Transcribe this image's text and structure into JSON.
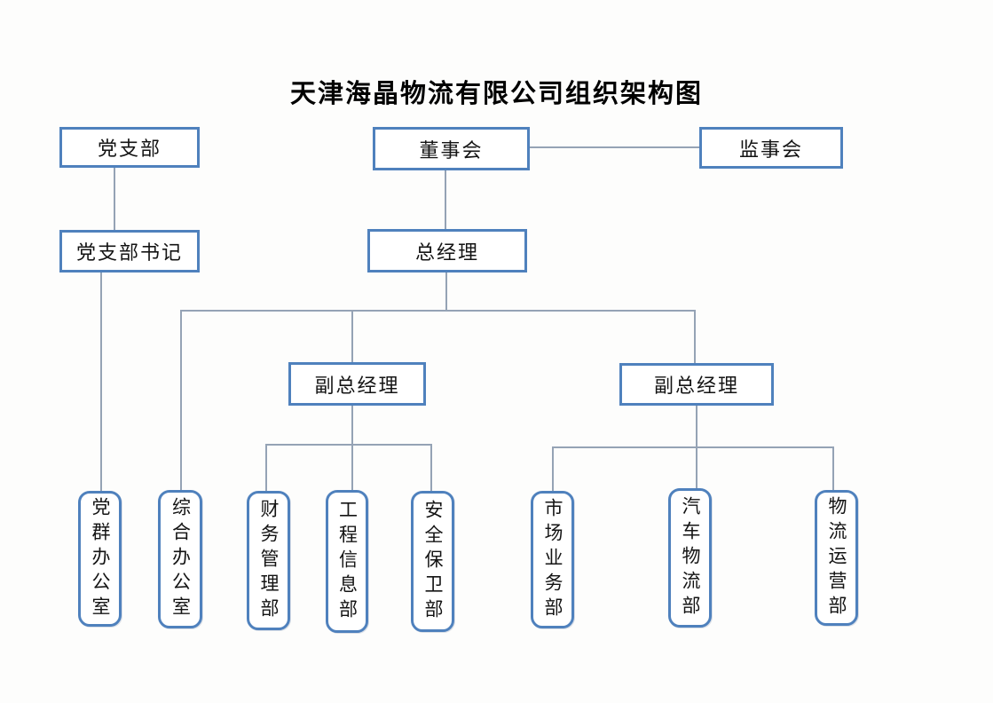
{
  "title": "天津海晶物流有限公司组织架构图",
  "nodes": {
    "party_branch": {
      "label": "党支部"
    },
    "board": {
      "label": "董事会"
    },
    "supervisory_board": {
      "label": "监事会"
    },
    "party_secretary": {
      "label": "党支部书记"
    },
    "general_manager": {
      "label": "总经理"
    },
    "deputy_gm_left": {
      "label": "副总经理"
    },
    "deputy_gm_right": {
      "label": "副总经理"
    }
  },
  "departments": [
    {
      "label": "党群办公室"
    },
    {
      "label": "综合办公室"
    },
    {
      "label": "财务管理部"
    },
    {
      "label": "工程信息部"
    },
    {
      "label": "安全保卫部"
    },
    {
      "label": "市场业务部"
    },
    {
      "label": "汽车物流部"
    },
    {
      "label": "物流运营部"
    }
  ],
  "colors": {
    "box_border": "#4f81bd",
    "connector": "#95a3b5",
    "title_text": "#000000"
  }
}
